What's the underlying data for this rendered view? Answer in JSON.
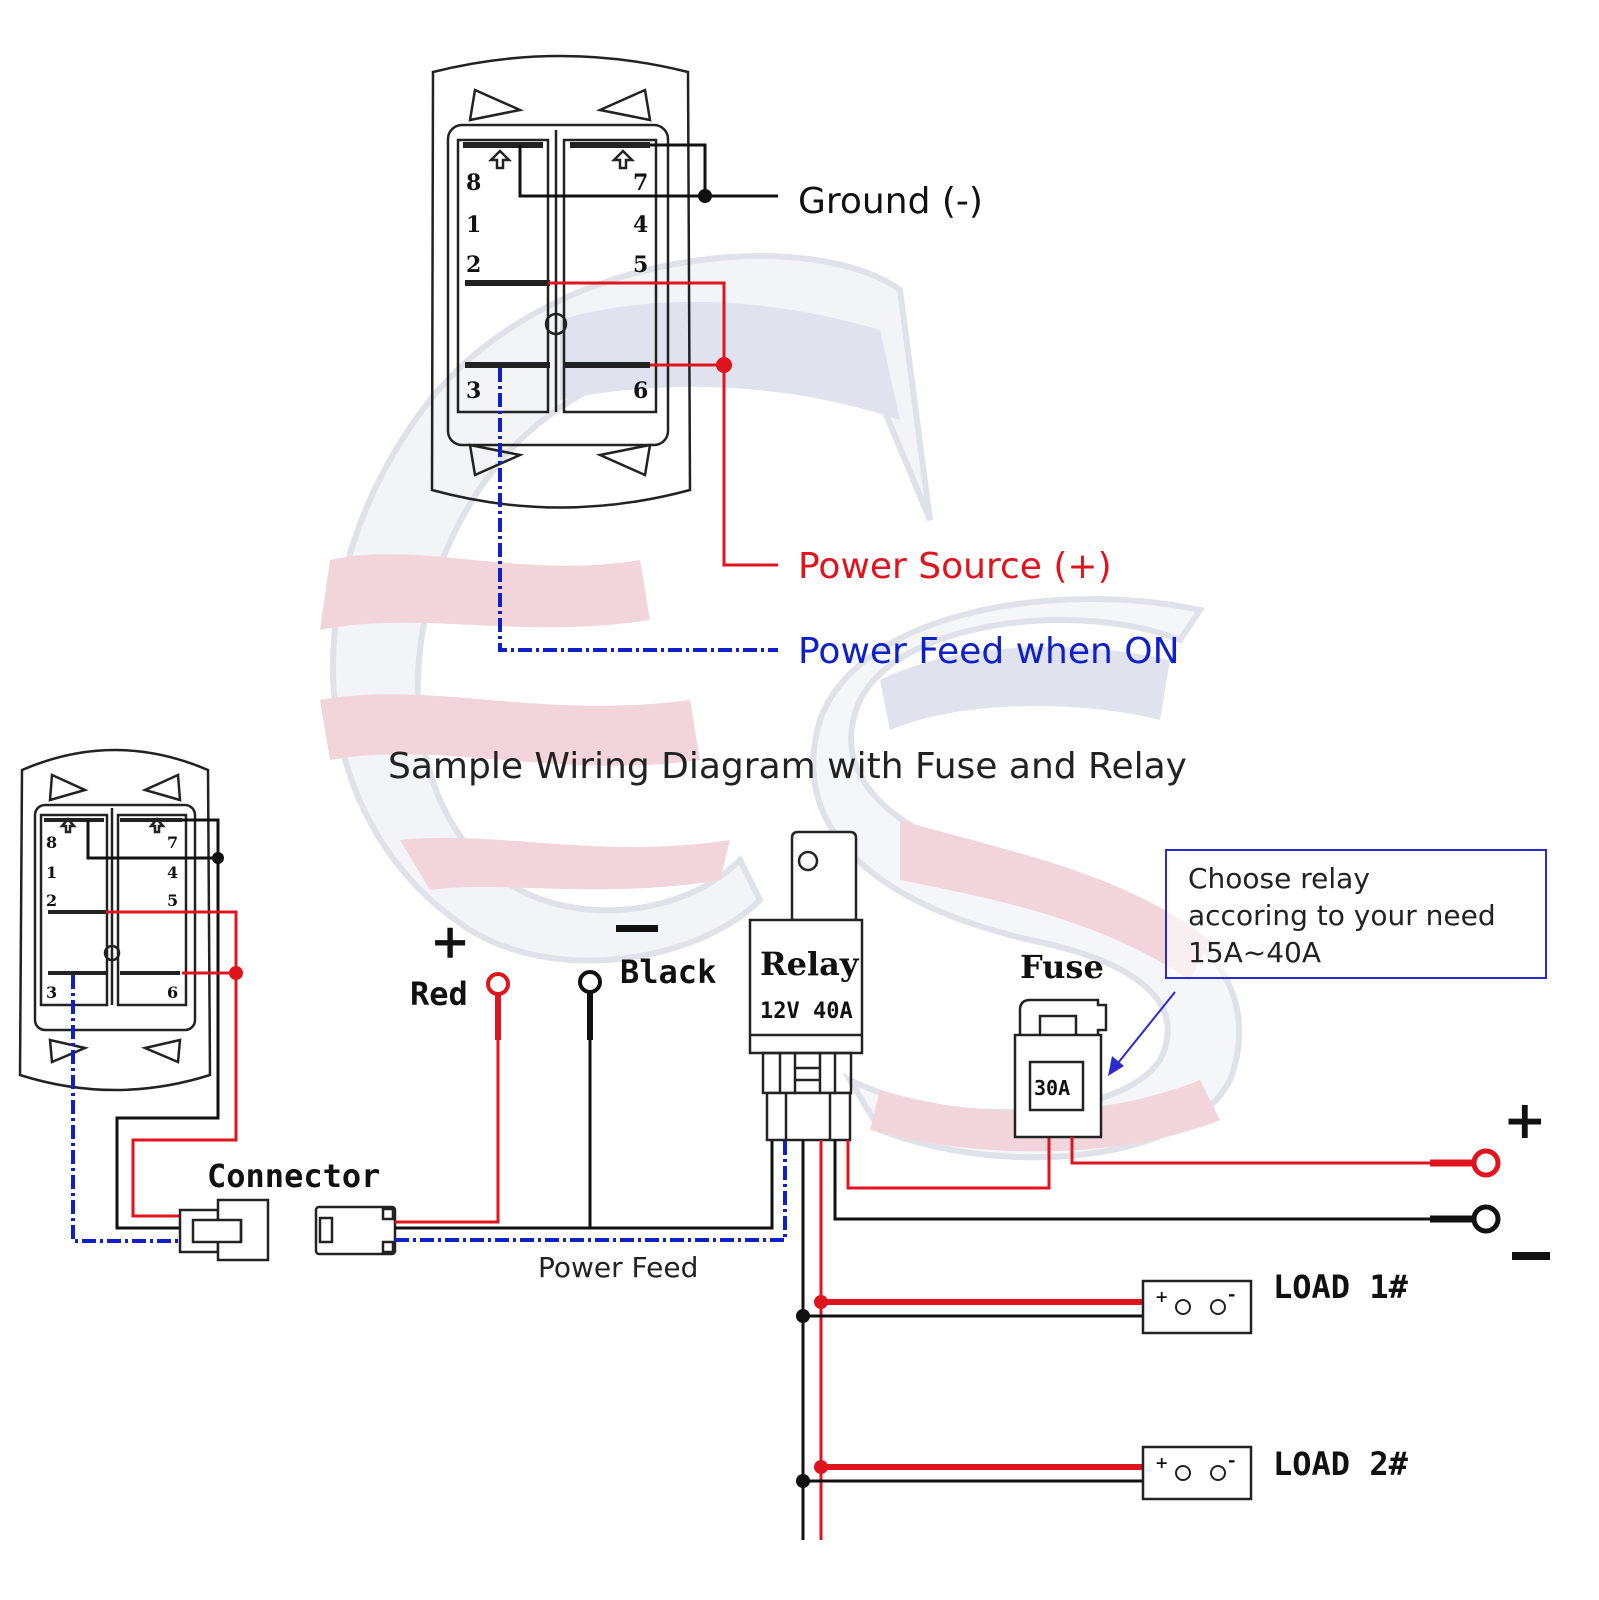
{
  "colors": {
    "ground": "#111111",
    "power_source": "#e0141e",
    "power_feed": "#1020c8",
    "callout_border": "#2a2ad0",
    "watermark_red": "#c83040",
    "watermark_blue": "#9aa4c8"
  },
  "top_switch": {
    "pins": [
      "8",
      "1",
      "2",
      "3",
      "7",
      "4",
      "5",
      "6"
    ],
    "legend": {
      "ground": "Ground (-)",
      "power_source": "Power Source (+)",
      "power_feed": "Power Feed when ON"
    }
  },
  "diagram_title": "Sample Wiring Diagram with Fuse and Relay",
  "bottom_switch": {
    "pins": [
      "8",
      "1",
      "2",
      "3",
      "7",
      "4",
      "5",
      "6"
    ]
  },
  "labels": {
    "connector": "Connector",
    "power_feed": "Power Feed",
    "red_plus": "+",
    "red": "Red",
    "black_minus": "—",
    "black": "Black",
    "relay_title": "Relay",
    "relay_rating": "12V 40A",
    "fuse": "Fuse",
    "fuse_rating": "30A",
    "battery_plus": "+",
    "battery_minus": "—",
    "load1": "LOAD 1#",
    "load2": "LOAD 2#",
    "load_plus": "+",
    "load_minus": "-"
  },
  "callout": {
    "line1": "Choose relay",
    "line2": "accoring to your need",
    "line3": "15A~40A"
  },
  "watermark": {
    "letters": [
      "C",
      "S"
    ]
  }
}
